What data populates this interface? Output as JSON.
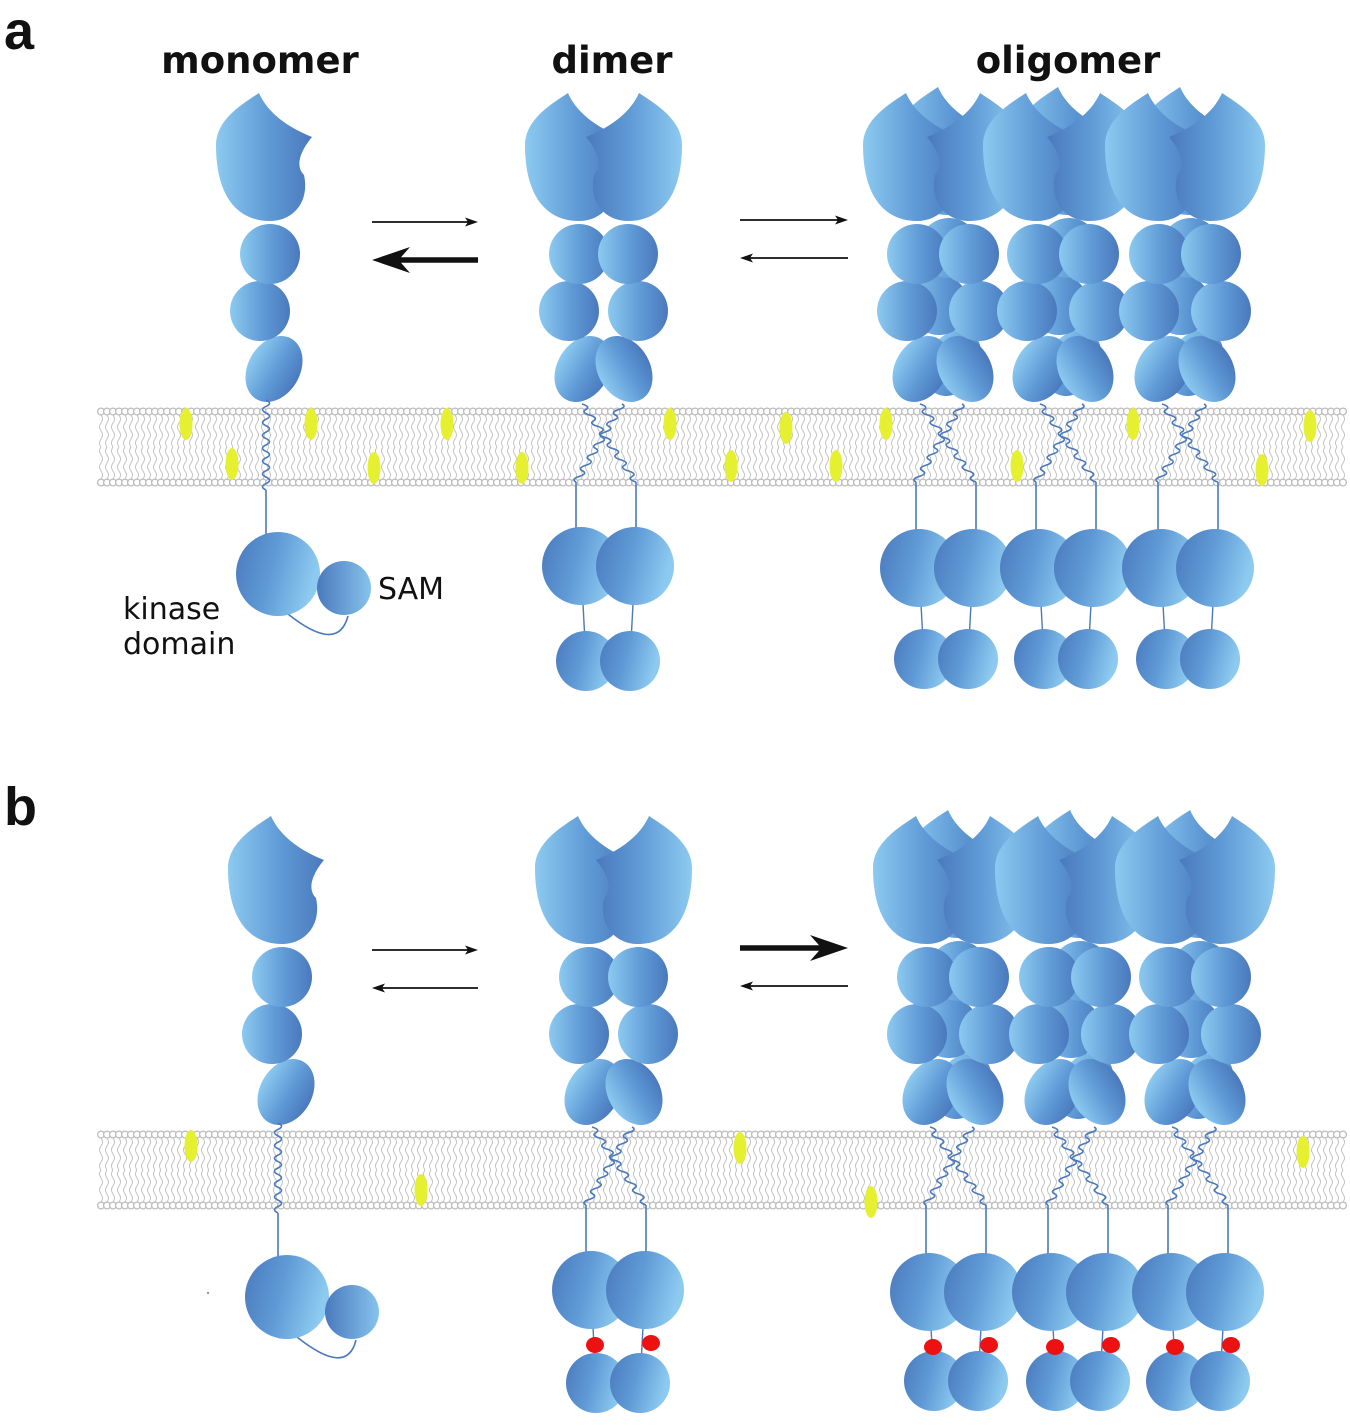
{
  "panels": [
    {
      "letter": "a",
      "titles": {
        "monomer": "monomer",
        "dimer": "dimer",
        "oligomer": "oligomer"
      },
      "labels": {
        "kinase_line1": "kinase",
        "kinase_line2": "domain",
        "sam": "SAM"
      },
      "equilibrium": {
        "monomer_dimer": {
          "forward": "thin",
          "reverse": "bold"
        },
        "dimer_oligomer": {
          "forward": "thin",
          "reverse": "thin"
        }
      },
      "phosphorylation_marks": false
    },
    {
      "letter": "b",
      "equilibrium": {
        "monomer_dimer": {
          "forward": "thin",
          "reverse": "thin"
        },
        "dimer_oligomer": {
          "forward": "bold",
          "reverse": "thin"
        }
      },
      "phosphorylation_marks": true
    }
  ],
  "colors": {
    "domain_light": "#8ccaf0",
    "domain_mid": "#5f9ad6",
    "domain_dark": "#4a79bd",
    "membrane_line": "#bcbcbc",
    "cholesterol": "#e4f030",
    "phospho": "#ee1111",
    "arrow": "#111111"
  }
}
